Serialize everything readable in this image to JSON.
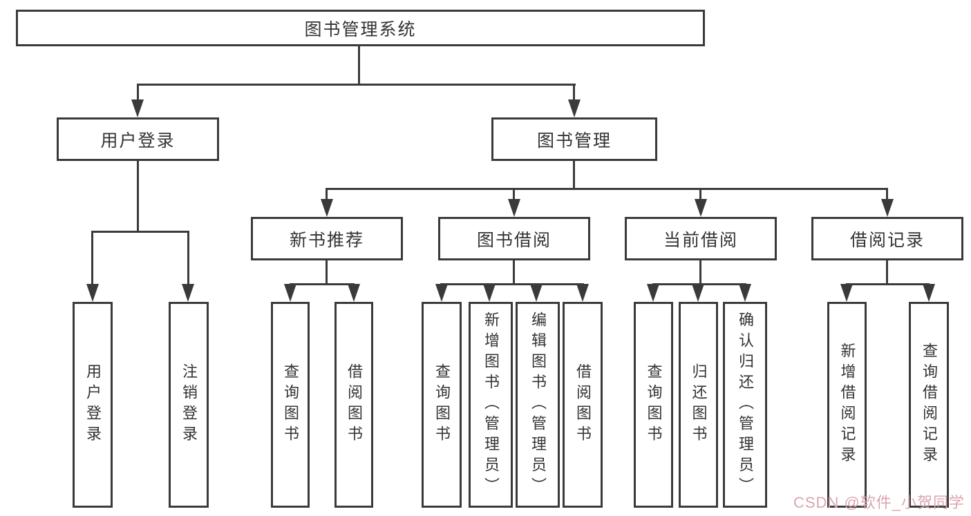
{
  "diagram": {
    "root": "图书管理系统",
    "level2": [
      "用户登录",
      "图书管理"
    ],
    "level3": [
      "新书推荐",
      "图书借阅",
      "当前借阅",
      "借阅记录"
    ],
    "leaves": {
      "user_login": [
        "用户登录",
        "注销登录"
      ],
      "new_book": [
        "查询图书",
        "借阅图书"
      ],
      "borrow": [
        "查询图书",
        "新增图书（管理员）",
        "编辑图书（管理员）",
        "借阅图书"
      ],
      "current": [
        "查询图书",
        "归还图书",
        "确认归还（管理员）"
      ],
      "records": [
        "新增借阅记录",
        "查询借阅记录"
      ]
    }
  },
  "watermark": "CSDN @软件_小贺同学",
  "colors": {
    "line": "#3a3a3a",
    "text": "#333333",
    "watermark": "#d9a6af",
    "background": "#ffffff"
  }
}
